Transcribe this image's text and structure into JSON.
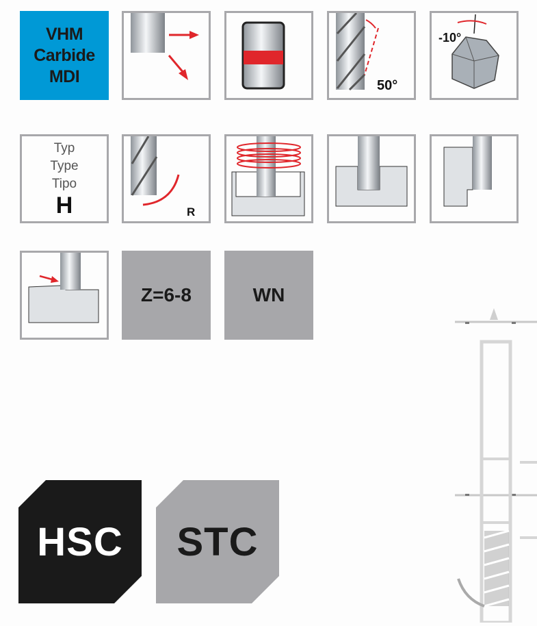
{
  "material": {
    "lines": [
      "VHM",
      "Carbide",
      "MDI"
    ]
  },
  "helix_angle": "50°",
  "rake_angle": "-10°",
  "type_tile": {
    "lines": [
      "Typ",
      "Type",
      "Tipo"
    ],
    "value": "H"
  },
  "radius_label": "R",
  "flutes": "Z=6-8",
  "code": "WN",
  "badges": {
    "hsc": "HSC",
    "stc": "STC"
  },
  "colors": {
    "blue": "#0099d6",
    "red": "#e0262b",
    "gray": "#a7a7aa",
    "dark": "#1a1a1a"
  }
}
